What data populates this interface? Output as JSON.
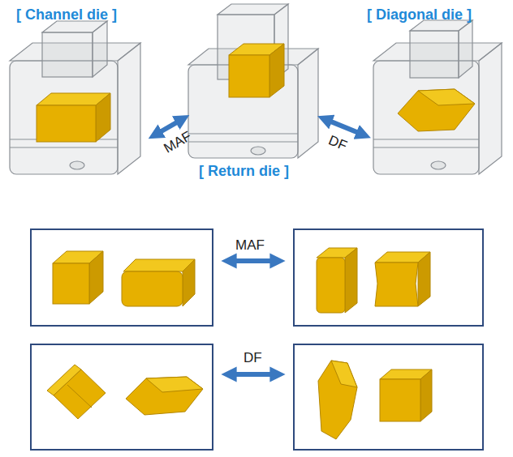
{
  "diagram": {
    "nodes": [
      {
        "text": [
          "[ Channel die ]"
        ]
      },
      {
        "text": [
          "[ Return die ]"
        ]
      },
      {
        "text": [
          "[ Diagonal die ]"
        ]
      }
    ],
    "edges": [
      {
        "from": 0,
        "to": 1,
        "arrow": "both",
        "label": "MAF"
      },
      {
        "from": 1,
        "to": 2,
        "arrow": "both",
        "label": "DF"
      }
    ],
    "labels": [
      "MAF",
      "DF"
    ]
  }
}
